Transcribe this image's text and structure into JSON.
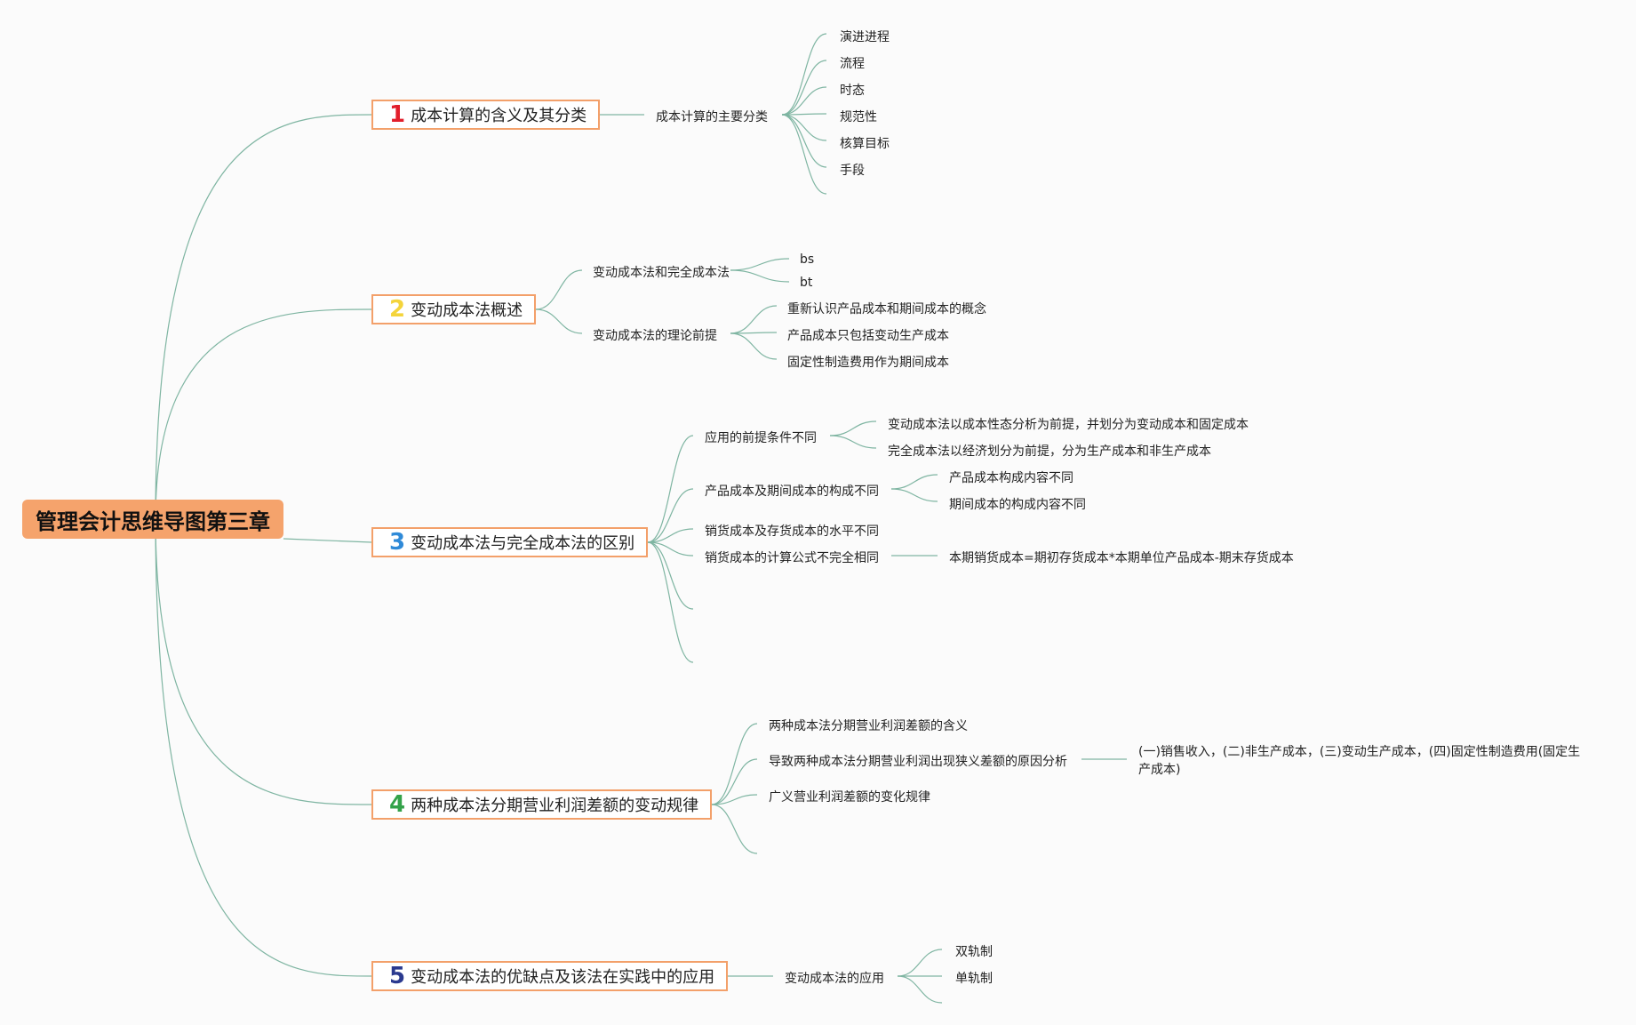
{
  "root": "管理会计思维导图第三章",
  "colors": {
    "root_fill": "#f5a36c",
    "main_border": "#f3a06a",
    "link": "#7fb5a2",
    "num1": "#e21e2b",
    "num2": "#f4d43b",
    "num3": "#2f8ad8",
    "num4": "#33a24a",
    "num5": "#2b3a8f"
  },
  "branches": [
    {
      "num": "1",
      "title": "成本计算的含义及其分类",
      "subs": [
        {
          "label": "成本计算的主要分类",
          "children": [
            "演进进程",
            "流程",
            "时态",
            "规范性",
            "核算目标",
            "手段"
          ]
        }
      ]
    },
    {
      "num": "2",
      "title": "变动成本法概述",
      "subs": [
        {
          "label": "变动成本法和完全成本法",
          "children": [
            "bs",
            "bt"
          ]
        },
        {
          "label": "变动成本法的理论前提",
          "children": [
            "重新认识产品成本和期间成本的概念",
            "产品成本只包括变动生产成本",
            "固定性制造费用作为期间成本"
          ]
        }
      ]
    },
    {
      "num": "3",
      "title": "变动成本法与完全成本法的区别",
      "subs": [
        {
          "label": "应用的前提条件不同",
          "children": [
            "变动成本法以成本性态分析为前提，并划分为变动成本和固定成本",
            "完全成本法以经济划分为前提，分为生产成本和非生产成本"
          ]
        },
        {
          "label": "产品成本及期间成本的构成不同",
          "children": [
            "产品成本构成内容不同",
            "期间成本的构成内容不同"
          ]
        },
        {
          "label": "销货成本及存货成本的水平不同",
          "children": []
        },
        {
          "label": "销货成本的计算公式不完全相同",
          "children": [
            "本期销货成本=期初存货成本*本期单位产品成本-期末存货成本"
          ]
        }
      ]
    },
    {
      "num": "4",
      "title": "两种成本法分期营业利润差额的变动规律",
      "subs": [
        {
          "label": "两种成本法分期营业利润差额的含义",
          "children": []
        },
        {
          "label": "导致两种成本法分期营业利润出现狭义差额的原因分析",
          "children": [
            "(一)销售收入，(二)非生产成本，(三)变动生产成本，(四)固定性制造费用(固定生产成本)"
          ]
        },
        {
          "label": "广义营业利润差额的变化规律",
          "children": []
        }
      ]
    },
    {
      "num": "5",
      "title": "变动成本法的优缺点及该法在实践中的应用",
      "subs": [
        {
          "label": "变动成本法的应用",
          "children": [
            "双轨制",
            "单轨制"
          ]
        }
      ]
    }
  ]
}
